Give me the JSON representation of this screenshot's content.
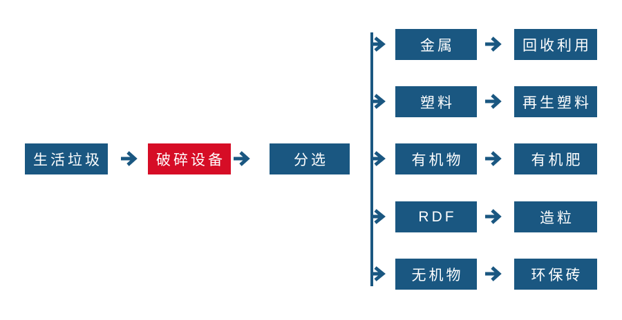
{
  "diagram": {
    "type": "flowchart",
    "colors": {
      "node_blue": "#1a5781",
      "node_red": "#d60d26",
      "connector": "#1a5781",
      "text": "#ffffff",
      "background": "#ffffff"
    },
    "main_flow": [
      {
        "label": "生活垃圾",
        "variant": "blue"
      },
      {
        "label": "破碎设备",
        "variant": "red"
      },
      {
        "label": "分选",
        "variant": "blue"
      }
    ],
    "branches": [
      {
        "category": "金属",
        "result": "回收利用"
      },
      {
        "category": "塑料",
        "result": "再生塑料"
      },
      {
        "category": "有机物",
        "result": "有机肥"
      },
      {
        "category": "RDF",
        "result": "造粒"
      },
      {
        "category": "无机物",
        "result": "环保砖"
      }
    ],
    "icons": {
      "arrow": "right-arrow"
    }
  }
}
